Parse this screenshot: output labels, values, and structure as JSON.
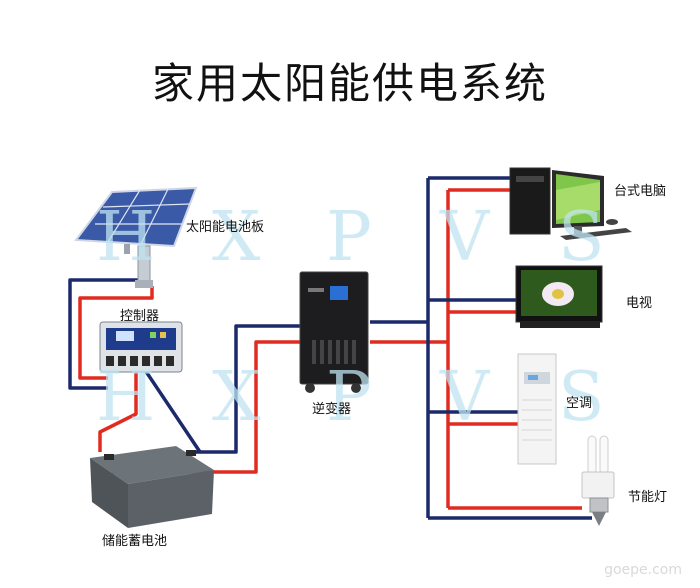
{
  "title": "家用太阳能供电系统",
  "labels": {
    "solar_panel": "太阳能电池板",
    "controller": "控制器",
    "inverter": "逆变器",
    "battery": "储能蓄电池",
    "desktop": "台式电脑",
    "tv": "电视",
    "ac": "空调",
    "lamp": "节能灯"
  },
  "watermark": {
    "row1": [
      "H",
      "X",
      "P",
      "V",
      "S"
    ],
    "row2": [
      "H",
      "X",
      "P",
      "V",
      "S"
    ]
  },
  "source_mark": "goepe.com",
  "colors": {
    "positive_wire": "#e02b20",
    "negative_wire": "#1b2a6b",
    "watermark": "#bfe4f1"
  }
}
